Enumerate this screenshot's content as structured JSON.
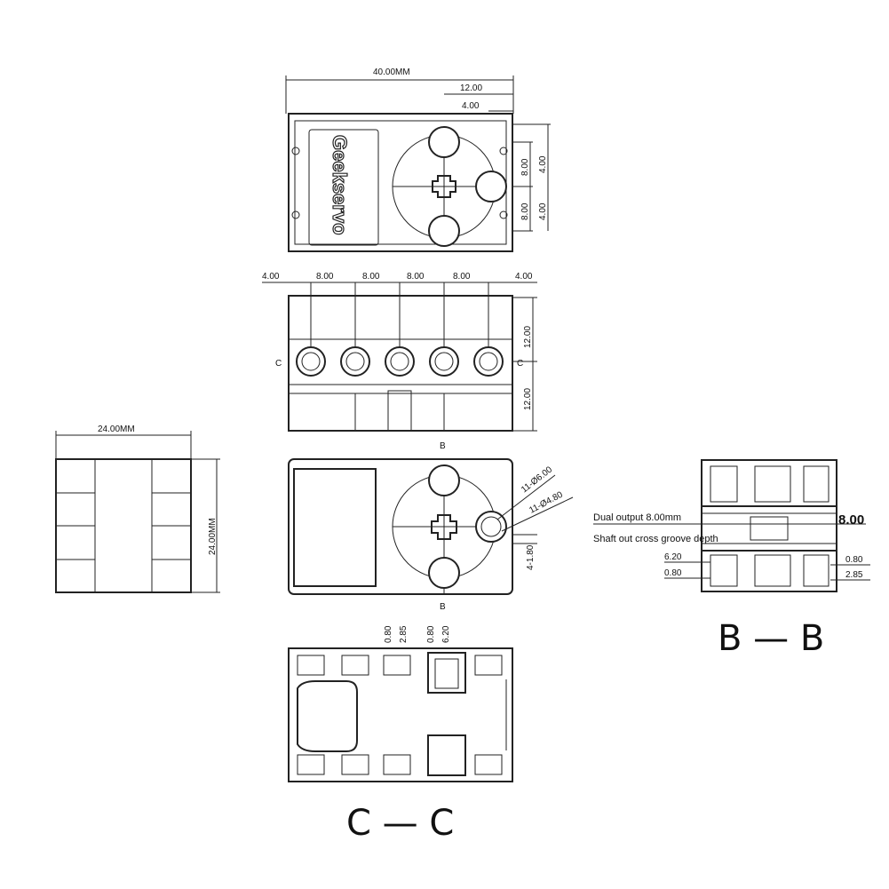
{
  "brand": "Geekservo",
  "top_view": {
    "width": "40.00MM",
    "d_12": "12.00",
    "d_4": "4.00",
    "d_8a": "8.00",
    "d_8b": "8.00",
    "d_4b": "4.00",
    "d_4c": "4.00"
  },
  "mid_view": {
    "pitch": [
      "4.00",
      "8.00",
      "8.00",
      "8.00",
      "8.00",
      "4.00"
    ],
    "h_top": "12.00",
    "h_bot": "12.00",
    "c_left": "C",
    "c_right": "C"
  },
  "side_view": {
    "width": "24.00MM",
    "height": "24.00MM"
  },
  "front_view": {
    "b_top": "B",
    "b_bot": "B",
    "hole_a": "11-Ø6.00",
    "hole_b": "11-Ø4.80",
    "offset": "4-1.80"
  },
  "section_b": {
    "dual": "Dual output 8.00mm",
    "shaft": "Shaft out cross groove depth",
    "val_8": "8.00",
    "v_620": "6.20",
    "v_080a": "0.80",
    "v_080b": "0.80",
    "v_285": "2.85",
    "title": "B — B"
  },
  "section_c": {
    "v_080a": "0.80",
    "v_285": "2.85",
    "v_080b": "0.80",
    "v_620": "6.20",
    "title": "C — C"
  }
}
